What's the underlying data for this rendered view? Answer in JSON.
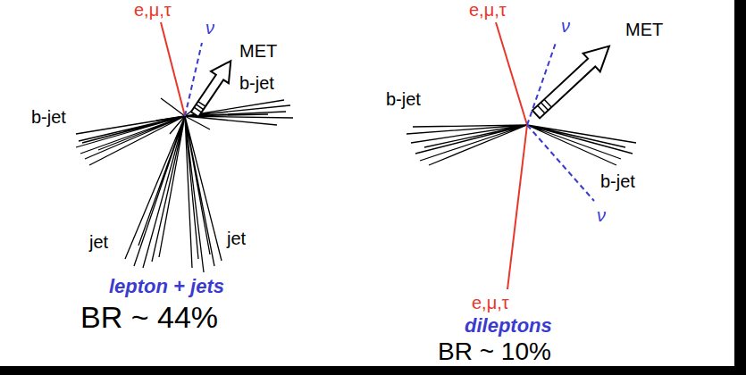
{
  "diagram": {
    "labels": [
      "e,μ,τ",
      "ν",
      "MET",
      "b-jet",
      "b-jet",
      "jet",
      "jet",
      "lepton + jets",
      "BR ~ 44%",
      "e,μ,τ",
      "ν",
      "MET",
      "b-jet",
      "b-jet",
      "ν",
      "e,μ,τ",
      "dileptons",
      "BR ~ 10%"
    ]
  }
}
